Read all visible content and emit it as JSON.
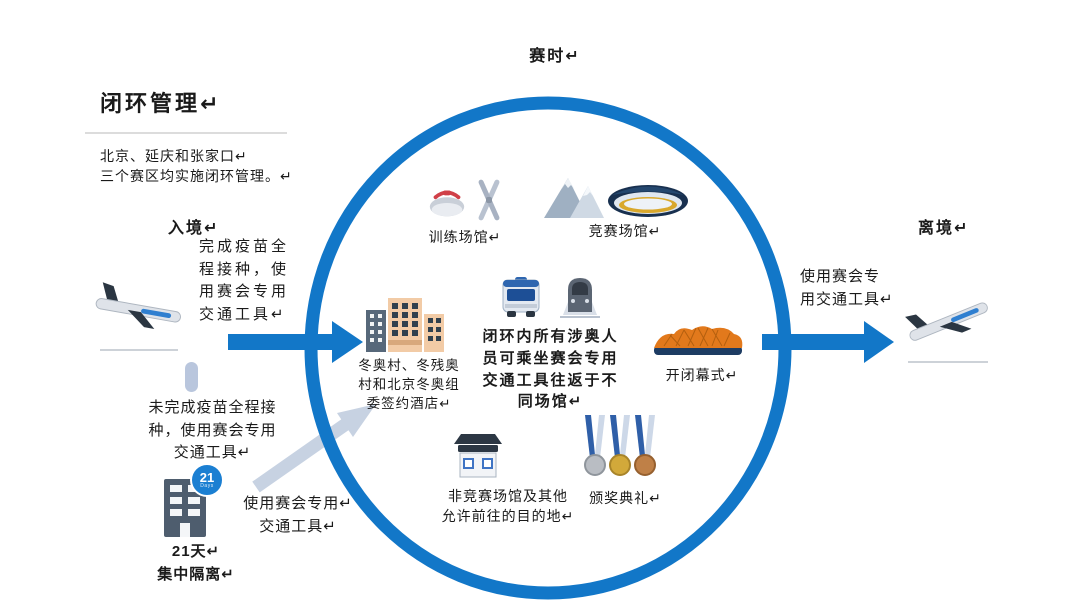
{
  "page": {
    "title": "闭环管理↵",
    "phase_label": "赛时↵",
    "region_note": "北京、延庆和张家口↵\n三个赛区均实施闭环管理。↵"
  },
  "entry": {
    "label": "入境↵",
    "vaccinated_text": "完成疫苗全\n程接种，使\n用赛会专用\n交通工具↵",
    "unvaccinated_text": "未完成疫苗全程接\n种，使用赛会专用\n交通工具↵",
    "transport_text": "使用赛会专用↵\n交通工具↵",
    "quarantine_badge_number": "21",
    "quarantine_badge_unit": "Days",
    "quarantine_text": "21天↵\n集中隔离↵"
  },
  "exit": {
    "label": "离境↵",
    "transport_text": "使用赛会专\n用交通工具↵"
  },
  "loop": {
    "training_label": "训练场馆↵",
    "competition_label": "竞赛场馆↵",
    "village_label": "冬奥村、冬残奥\n村和北京冬奥组\n委签约酒店↵",
    "center_text": "闭环内所有涉奥人\n员可乘坐赛会专用\n交通工具往返于不\n同场馆↵",
    "ceremony_label": "开闭幕式↵",
    "noncompetition_label": "非竞赛场馆及其他\n允许前往的目的地↵",
    "awards_label": "颁奖典礼↵"
  },
  "icons": {
    "entry_plane": "plane-landing-icon",
    "exit_plane": "plane-takeoff-icon",
    "training": [
      "curling-stone-icon",
      "crossed-skis-icon"
    ],
    "competition": [
      "mountain-icon",
      "speed-skating-oval-icon"
    ],
    "village": "buildings-icon",
    "transport": [
      "bus-icon",
      "train-icon"
    ],
    "ceremony": "birds-nest-stadium-icon",
    "noncompetition": "storefront-icon",
    "awards": "medals-icon",
    "quarantine": "quarantine-building-icon"
  },
  "colors": {
    "accent_blue": "#1277c8",
    "light_arrow": "#c7d2e2",
    "badge_blue": "#1b7fd2",
    "connector_bar": "#b9c6dd",
    "text": "#1a1a1a"
  }
}
